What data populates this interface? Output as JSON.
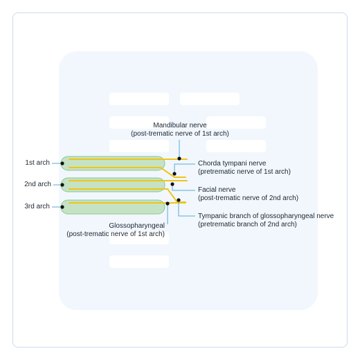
{
  "colors": {
    "frame_border": "#c9d9ee",
    "panel_bg": "#f1f7fd",
    "arch_fill": "#c6e2c4",
    "arch_stroke": "#8bc78f",
    "nerve": "#f0c419",
    "leader": "#5aa8d6",
    "dot": "#111111"
  },
  "arches": [
    {
      "label": "1st arch"
    },
    {
      "label": "2nd arch"
    },
    {
      "label": "3rd arch"
    }
  ],
  "annotations": {
    "mandibular": {
      "line1": "Mandibular nerve",
      "line2": "(post-trematic nerve of 1st arch)"
    },
    "chorda": {
      "line1": "Chorda tympani nerve",
      "line2": "(pretrematic nerve of 1st arch)"
    },
    "facial": {
      "line1": "Facial nerve",
      "line2": "(post-trematic nerve of 2nd arch)"
    },
    "tympanic": {
      "line1": "Tympanic branch of glossopharyngeal nerve",
      "line2": "(pretrematic branch of 2nd arch)"
    },
    "glossopharyngeal": {
      "line1": "Glossopharyngeal",
      "line2": "(post-trematic nerve of 1st arch)"
    }
  }
}
